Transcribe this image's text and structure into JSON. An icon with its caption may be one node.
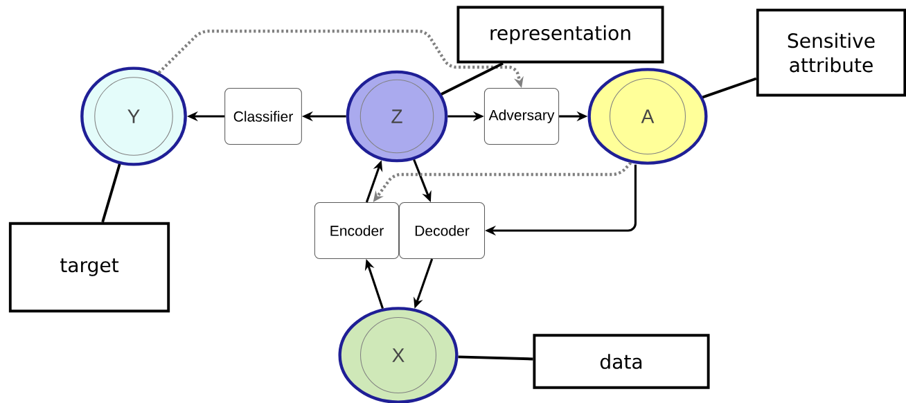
{
  "diagram": {
    "nodes": [
      {
        "text": [
          "Y"
        ]
      },
      {
        "text": [
          "Classifier"
        ]
      },
      {
        "text": [
          "Z"
        ]
      },
      {
        "text": [
          "Adversary"
        ]
      },
      {
        "text": [
          "A"
        ]
      },
      {
        "text": [
          "Encoder"
        ]
      },
      {
        "text": [
          "Decoder"
        ]
      },
      {
        "text": [
          "X"
        ]
      },
      {
        "text": [
          "representation"
        ]
      },
      {
        "text": [
          "Sensitive attribute"
        ]
      },
      {
        "text": [
          "target"
        ]
      },
      {
        "text": [
          "data"
        ]
      }
    ],
    "edges": [
      {
        "from": 1,
        "to": 0,
        "arrow": "to"
      },
      {
        "from": 2,
        "to": 1,
        "arrow": "to"
      },
      {
        "from": 2,
        "to": 3,
        "arrow": "to"
      },
      {
        "from": 3,
        "to": 4,
        "arrow": "to"
      },
      {
        "from": 5,
        "to": 2,
        "arrow": "to"
      },
      {
        "from": 2,
        "to": 6,
        "arrow": "to"
      },
      {
        "from": 7,
        "to": 5,
        "arrow": "to"
      },
      {
        "from": 6,
        "to": 7,
        "arrow": "to"
      },
      {
        "from": 4,
        "to": 6,
        "arrow": "to"
      },
      {
        "from": 0,
        "to": 3,
        "arrow": "to",
        "style": "dashed",
        "color": "#808080"
      },
      {
        "from": 4,
        "to": 5,
        "arrow": "to",
        "style": "dashed",
        "color": "#808080"
      },
      {
        "from": 8,
        "to": 2,
        "arrow": "none"
      },
      {
        "from": 9,
        "to": 4,
        "arrow": "none"
      },
      {
        "from": 10,
        "to": 0,
        "arrow": "none"
      },
      {
        "from": 11,
        "to": 7,
        "arrow": "none"
      }
    ]
  }
}
